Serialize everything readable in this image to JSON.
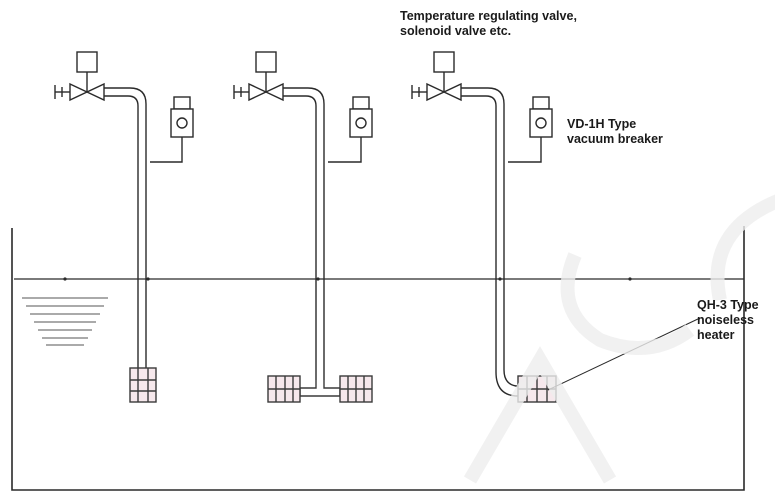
{
  "labels": {
    "valve": [
      "Temperature regulating valve,",
      "solenoid valve etc."
    ],
    "vacuum_breaker": [
      "VD-1H Type",
      "vacuum breaker"
    ],
    "heater": [
      "QH-3 Type",
      "noiseless",
      "heater"
    ]
  },
  "assemblies": [
    {
      "id": "assembly-1",
      "heater_style": "straight"
    },
    {
      "id": "assembly-2",
      "heater_style": "tee"
    },
    {
      "id": "assembly-3",
      "heater_style": "elbow"
    }
  ],
  "colors": {
    "line": "#2a2a2a",
    "heater": "#b04060",
    "water": "#555555",
    "background": "#ffffff"
  }
}
